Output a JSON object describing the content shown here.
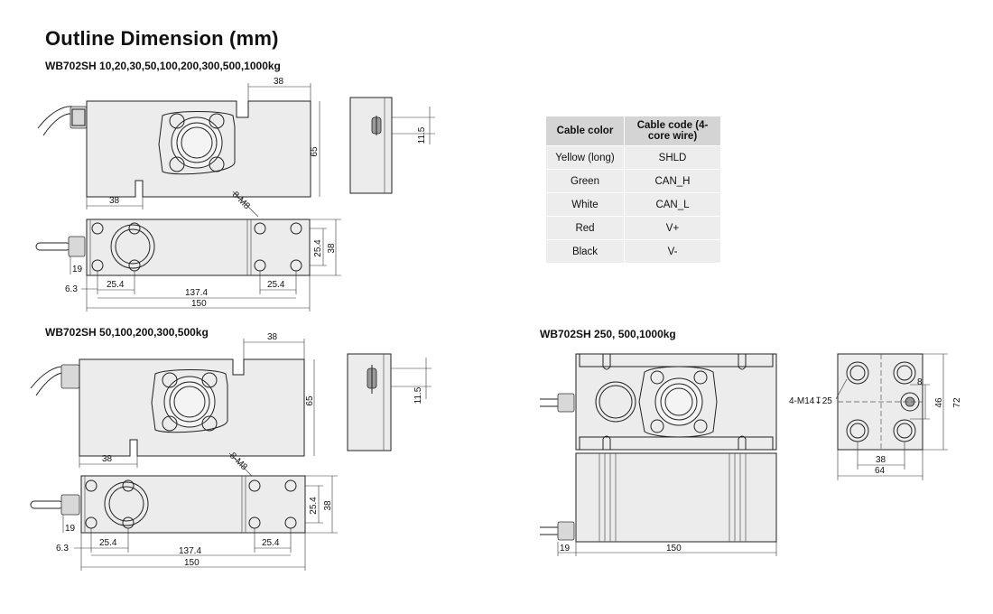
{
  "page_title": "Outline Dimension (mm)",
  "models": {
    "m1": "WB702SH  10,20,30,50,100,200,300,500,1000kg",
    "m2": "WB702SH 50,100,200,300,500kg",
    "m3": "WB702SH 250, 500,1000kg"
  },
  "dims": {
    "d38": "38",
    "d65": "65",
    "d11_5": "11.5",
    "d8m8": "8-M8",
    "d25_4": "25.4",
    "d19": "19",
    "d6_3": "6.3",
    "d137_4": "137.4",
    "d150": "150",
    "d4m14": "4-M14↧25",
    "d8": "8",
    "d46": "46",
    "d72": "72",
    "d64": "64"
  },
  "cable_table": {
    "headers": [
      "Cable color",
      "Cable code (4-core wire)"
    ],
    "rows": [
      [
        "Yellow (long)",
        "SHLD"
      ],
      [
        "Green",
        "CAN_H"
      ],
      [
        "White",
        "CAN_L"
      ],
      [
        "Red",
        "V+"
      ],
      [
        "Black",
        "V-"
      ]
    ]
  }
}
